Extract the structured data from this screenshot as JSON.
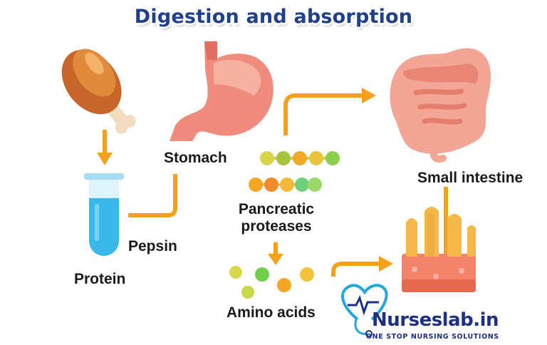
{
  "title": "Digestion and absorption",
  "labels": {
    "stomach": "Stomach",
    "pepsin": "Pepsin",
    "protein": "Protein",
    "pancreatic_proteases": [
      "Pancreatic",
      "proteases"
    ],
    "small_intestine": "Small intestine",
    "amino_acids": "Amino acids"
  },
  "brand": {
    "name": "Nurseslab.in",
    "tagline": "ONE STOP NURSING SOLUTIONS"
  },
  "colors": {
    "title": "#1f3f8f",
    "arrow": "#f7a01e",
    "stomach": "#f08c7e",
    "test_tube_fluid": "#3ab8ea",
    "brand": "#1e2f86",
    "brand_accent": "#22a6df"
  },
  "icons": [
    "chicken-leg-icon",
    "test-tube-icon",
    "stomach-icon",
    "small-intestine-icon",
    "intestinal-villi-icon",
    "heart-stethoscope-logo-icon"
  ]
}
